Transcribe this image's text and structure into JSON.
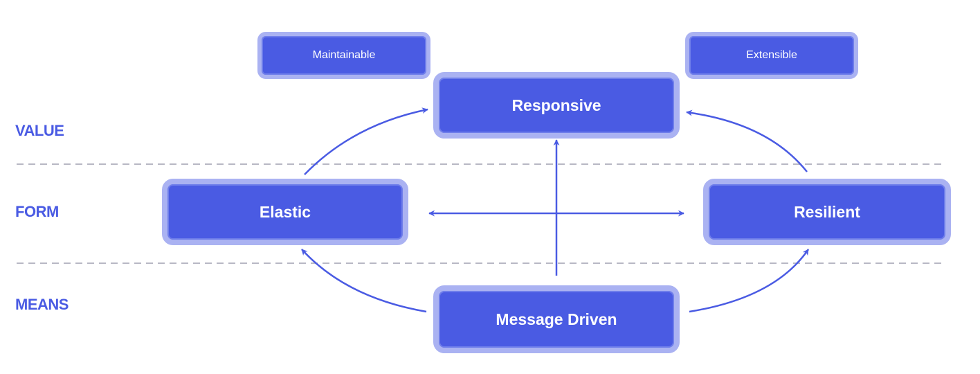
{
  "tiers": {
    "value": "VALUE",
    "form": "FORM",
    "means": "MEANS"
  },
  "nodes": {
    "maintainable": "Maintainable",
    "extensible": "Extensible",
    "responsive": "Responsive",
    "elastic": "Elastic",
    "resilient": "Resilient",
    "message_driven": "Message Driven"
  },
  "colors": {
    "accent": "#4a5be3",
    "node_border": "#aab2f2",
    "divider": "#b8b8c4"
  }
}
